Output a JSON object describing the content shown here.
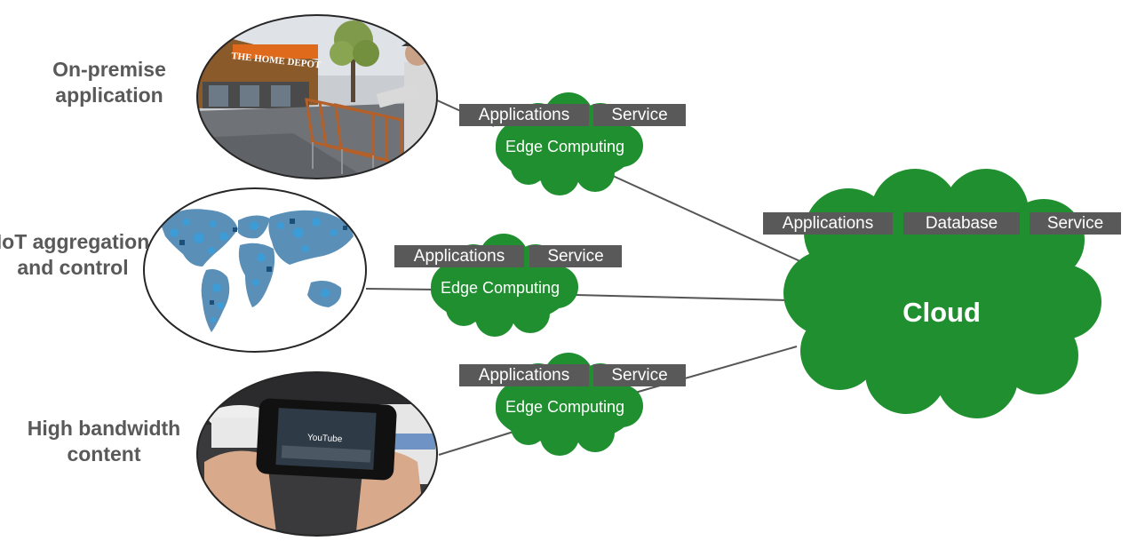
{
  "left_labels": {
    "on_premise": "On-premise application",
    "iot": "IoT aggregation and control",
    "bandwidth": "High bandwidth content"
  },
  "edge_nodes": [
    {
      "label": "Edge Computing",
      "tags": [
        "Applications",
        "Service"
      ]
    },
    {
      "label": "Edge Computing",
      "tags": [
        "Applications",
        "Service"
      ]
    },
    {
      "label": "Edge Computing",
      "tags": [
        "Applications",
        "Service"
      ]
    }
  ],
  "cloud": {
    "label": "Cloud",
    "tags": [
      "Applications",
      "Database",
      "Service"
    ]
  },
  "photos": {
    "store_sign": "THE HOME DEPOT",
    "video_logo": "YouTube"
  },
  "colors": {
    "cloud_green": "#1f8f2f",
    "tag_gray": "#595959",
    "label_gray": "#595959",
    "connector": "#555555"
  }
}
